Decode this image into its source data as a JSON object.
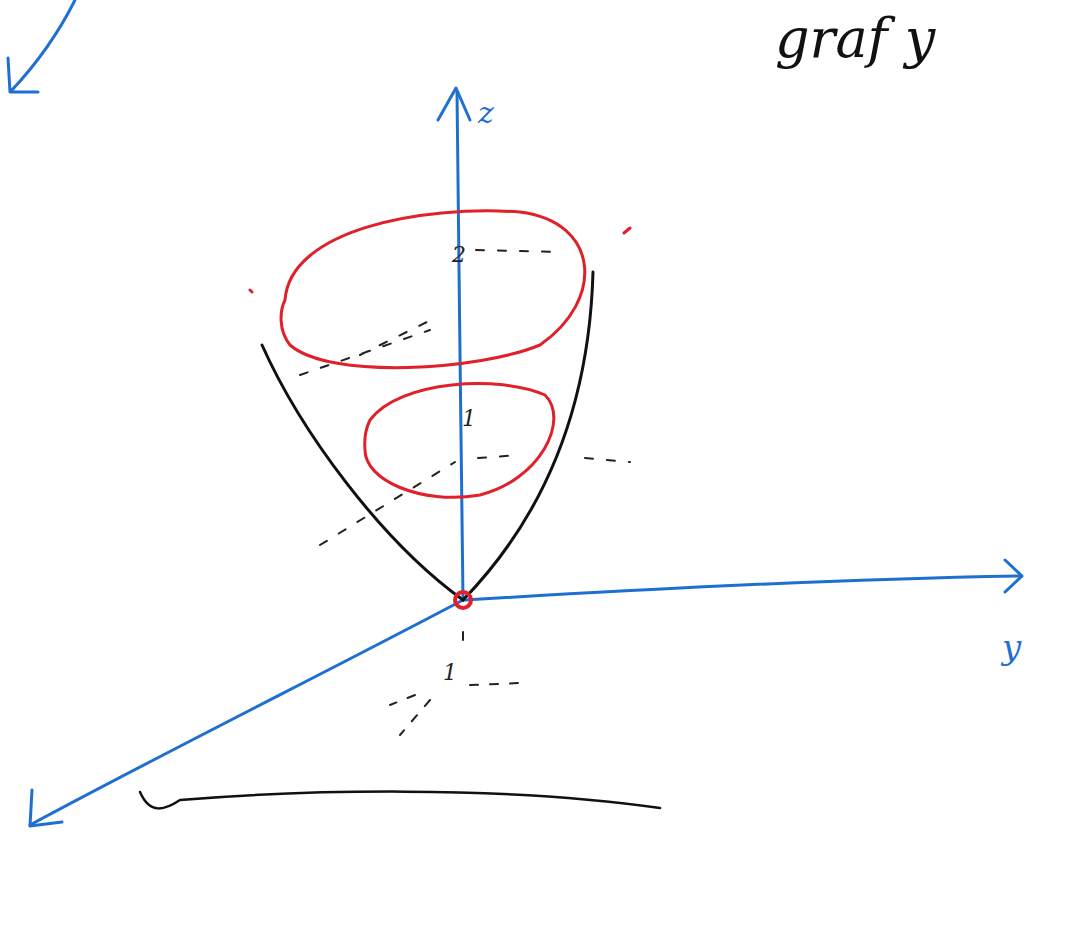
{
  "diagram": {
    "labels": [
      "graf y",
      "z",
      "2",
      "1",
      "y",
      "1"
    ]
  }
}
